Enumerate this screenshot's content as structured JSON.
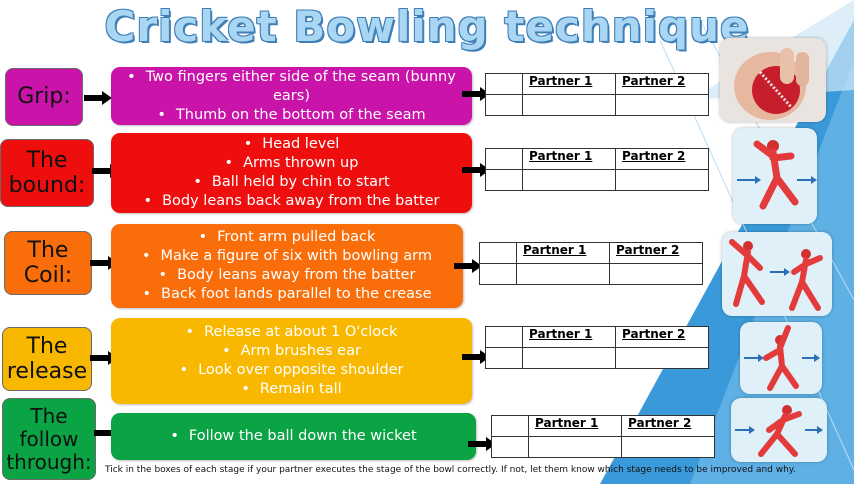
{
  "title": "Cricket Bowling technique",
  "colors": {
    "grip": "#c913a9",
    "bound": "#ef0e0e",
    "coil": "#f96d0a",
    "release": "#f9b800",
    "follow": "#0aa445",
    "label_bg": "#ffffff",
    "title": "#a9d6f2",
    "blue_shape": "#2b8fd4"
  },
  "table": {
    "partner1": "Partner 1",
    "partner2": "Partner 2"
  },
  "stages": [
    {
      "label": "Grip:",
      "points": [
        "Two fingers either side of the seam (bunny ears)",
        "Thumb on the bottom of the seam"
      ]
    },
    {
      "label": "The bound:",
      "points": [
        "Head level",
        "Arms thrown up",
        "Ball held by chin to start",
        "Body leans back away from the batter"
      ]
    },
    {
      "label": "The Coil:",
      "points": [
        "Front arm pulled back",
        "Make a figure of six with bowling arm",
        "Body leans away from the batter",
        "Back foot lands parallel to the crease"
      ]
    },
    {
      "label": "The release",
      "points": [
        "Release at about 1 O'clock",
        "Arm brushes ear",
        "Look over opposite shoulder",
        "Remain tall"
      ]
    },
    {
      "label": "The follow through:",
      "points": [
        "Follow the ball down the wicket"
      ]
    }
  ],
  "footer": "Tick in the boxes of each stage if your partner executes the stage of the bowl correctly. If not, let them know which stage needs to be improved and why.",
  "icons": [
    "cricket-ball-grip-icon",
    "bowler-bound-icon",
    "bowler-coil-icon",
    "bowler-release-icon",
    "bowler-follow-through-icon"
  ]
}
